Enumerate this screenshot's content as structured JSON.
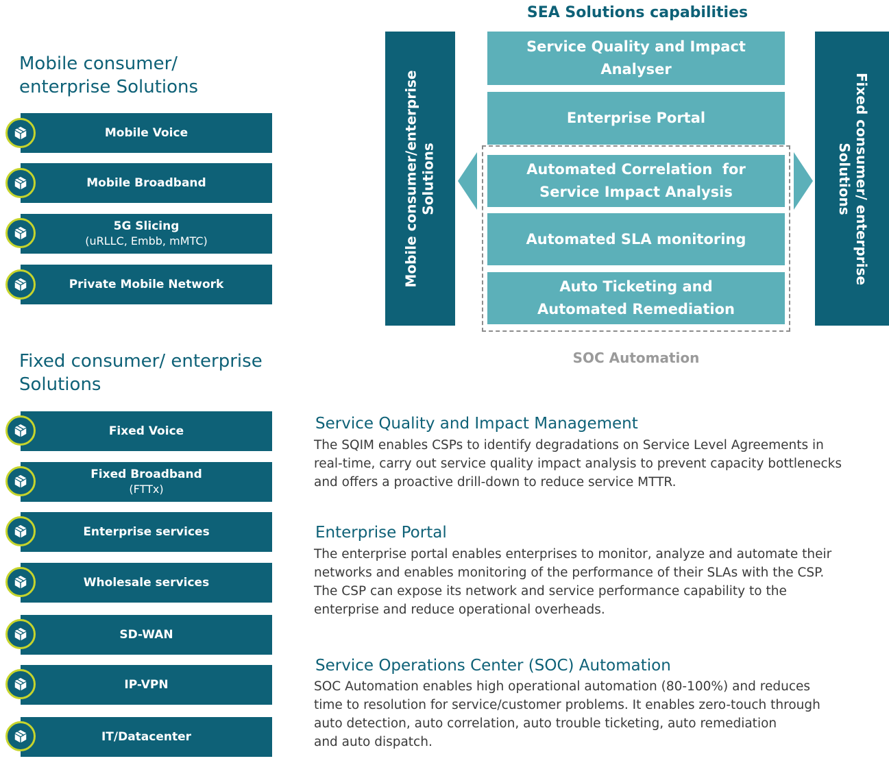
{
  "left": {
    "mobile_heading": [
      "Mobile consumer/",
      "enterprise Solutions"
    ],
    "mobile_items": [
      {
        "label": "Mobile Voice",
        "sub": ""
      },
      {
        "label": "Mobile Broadband",
        "sub": ""
      },
      {
        "label": "5G Slicing",
        "sub": "(uRLLC, Embb, mMTC)"
      },
      {
        "label": "Private Mobile Network",
        "sub": ""
      }
    ],
    "fixed_heading": [
      "Fixed consumer/ enterprise",
      "Solutions"
    ],
    "fixed_items": [
      {
        "label": "Fixed Voice",
        "sub": ""
      },
      {
        "label": "Fixed Broadband",
        "sub": "(FTTx)"
      },
      {
        "label": "Enterprise services",
        "sub": ""
      },
      {
        "label": "Wholesale services",
        "sub": ""
      },
      {
        "label": "SD-WAN",
        "sub": ""
      },
      {
        "label": "IP-VPN",
        "sub": ""
      },
      {
        "label": "IT/Datacenter",
        "sub": ""
      }
    ],
    "icon": "package-icon"
  },
  "diagram": {
    "title": "SEA Solutions capabilities",
    "left_bar": [
      "Mobile consumer/enterprise",
      "Solutions"
    ],
    "right_bar": [
      "Fixed consumer/ enterprise",
      "Solutions"
    ],
    "capabilities": [
      [
        "Service Quality and Impact",
        "Analyser"
      ],
      [
        "Enterprise Portal"
      ],
      [
        "Automated Correlation  for",
        "Service Impact Analysis"
      ],
      [
        "Automated SLA monitoring"
      ],
      [
        "Auto Ticketing and",
        "Automated Remediation"
      ]
    ],
    "group_label": "SOC Automation"
  },
  "descriptions": [
    {
      "title": "Service Quality and Impact Management",
      "lines": [
        "The SQIM enables CSPs to identify degradations on Service Level Agreements in",
        "real-time, carry out service quality impact analysis to prevent capacity bottlenecks",
        "and offers a proactive drill-down to reduce service MTTR."
      ]
    },
    {
      "title": "Enterprise Portal",
      "lines": [
        "The enterprise portal enables enterprises to monitor, analyze and automate their",
        "networks and enables monitoring of the performance of their SLAs with the CSP.",
        "The CSP can expose its network and service performance capability to the",
        "enterprise and reduce operational overheads."
      ]
    },
    {
      "title": "Service Operations Center (SOC) Automation",
      "lines": [
        "SOC Automation enables high operational automation (80-100%) and reduces",
        "time to resolution for service/customer problems. It enables zero-touch through",
        "auto detection, auto correlation, auto trouble ticketing, auto remediation",
        "and auto dispatch."
      ]
    }
  ],
  "colors": {
    "primary": "#0e6177",
    "capability": "#5cb0b9",
    "accent_ring": "#c6d42c",
    "muted": "#9a9a9a"
  }
}
